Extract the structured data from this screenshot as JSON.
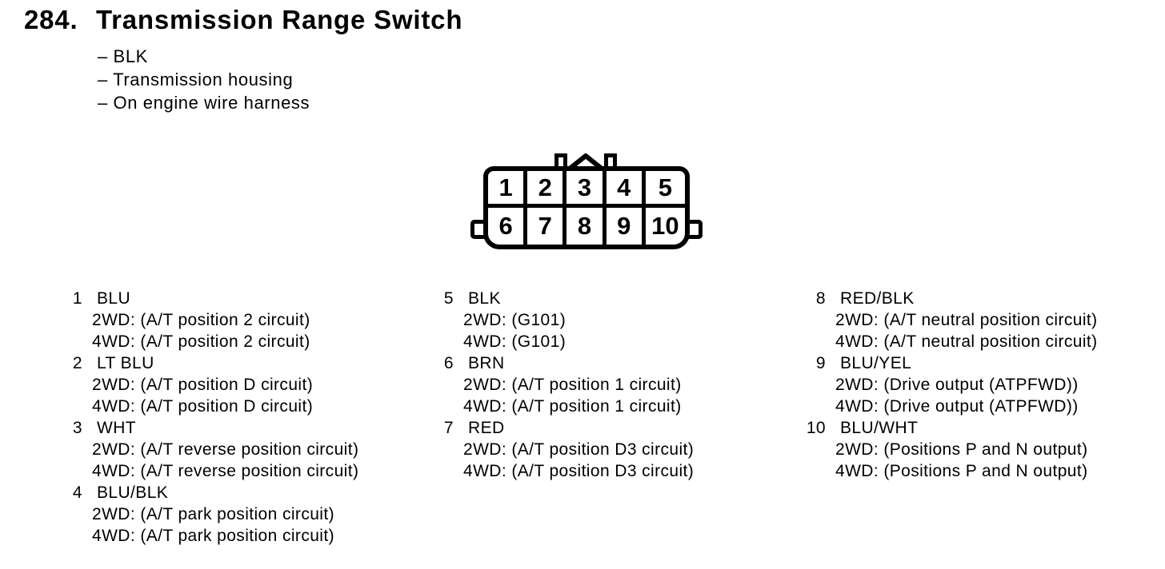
{
  "page": {
    "title_number": "284.",
    "title": "Transmission Range Switch",
    "notes": [
      "– BLK",
      "– Transmission housing",
      "– On engine wire harness"
    ]
  },
  "connector": {
    "pin_labels": [
      "1",
      "2",
      "3",
      "4",
      "5",
      "6",
      "7",
      "8",
      "9",
      "10"
    ]
  },
  "pins": [
    {
      "number": "1",
      "color": "BLU",
      "lines": [
        "2WD: (A/T position 2 circuit)",
        "4WD: (A/T position 2 circuit)"
      ]
    },
    {
      "number": "2",
      "color": "LT BLU",
      "lines": [
        "2WD: (A/T position D circuit)",
        "4WD: (A/T position D circuit)"
      ]
    },
    {
      "number": "3",
      "color": "WHT",
      "lines": [
        "2WD: (A/T reverse position circuit)",
        "4WD: (A/T reverse position circuit)"
      ]
    },
    {
      "number": "4",
      "color": "BLU/BLK",
      "lines": [
        "2WD: (A/T park position circuit)",
        "4WD: (A/T park position circuit)"
      ]
    },
    {
      "number": "5",
      "color": "BLK",
      "lines": [
        "2WD: (G101)",
        "4WD: (G101)"
      ]
    },
    {
      "number": "6",
      "color": "BRN",
      "lines": [
        "2WD: (A/T position 1 circuit)",
        "4WD: (A/T position 1 circuit)"
      ]
    },
    {
      "number": "7",
      "color": "RED",
      "lines": [
        "2WD: (A/T position D3 circuit)",
        "4WD: (A/T position D3 circuit)"
      ]
    },
    {
      "number": "8",
      "color": "RED/BLK",
      "lines": [
        "2WD: (A/T neutral position circuit)",
        "4WD: (A/T neutral position circuit)"
      ]
    },
    {
      "number": "9",
      "color": "BLU/YEL",
      "lines": [
        "2WD: (Drive output (ATPFWD))",
        "4WD: (Drive output (ATPFWD))"
      ]
    },
    {
      "number": "10",
      "color": "BLU/WHT",
      "lines": [
        "2WD: (Positions P and N output)",
        "4WD: (Positions P and N output)"
      ]
    }
  ]
}
